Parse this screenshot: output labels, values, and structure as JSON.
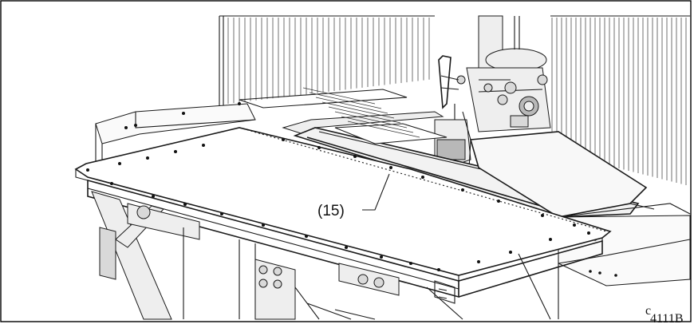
{
  "figure": {
    "callout_label": "(15)",
    "figure_id": "4111B",
    "corner_mark": "c"
  },
  "colors": {
    "line": "#1a1a1a",
    "fill_light": "#eeeeee",
    "fill_mid": "#d9d9d9",
    "border": "#000000"
  }
}
